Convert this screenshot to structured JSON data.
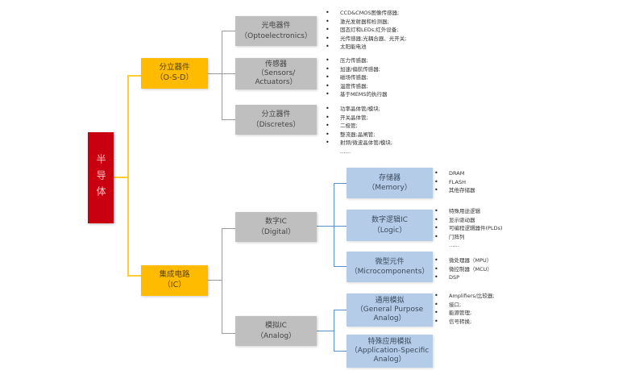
{
  "root": {
    "label": "半导体"
  },
  "level1": [
    {
      "cn": "分立器件",
      "en": "（O-S-D）"
    },
    {
      "cn": "集成电路",
      "en": "（IC）"
    }
  ],
  "osd_children": [
    {
      "cn": "光电器件",
      "en": "（Optoelectronics）",
      "items": [
        "CCD&CMOS图像传感器;",
        "激光发射器和检测器;",
        "固态灯和LEDs;红外设备;",
        "光传感器;光耦合器、光开关;",
        "太阳能电池"
      ],
      "more": ""
    },
    {
      "cn": "传感器",
      "en": "（Sensors/",
      "en2": "Actuators）",
      "items": [
        "压力传感器;",
        "加速/偏航传感器;",
        "磁场传感器;",
        "温度传感器;",
        "基于MEMS的执行器"
      ],
      "more": ""
    },
    {
      "cn": "分立器件",
      "en": "（Discretes）",
      "items": [
        "功率晶体管/模块;",
        "开关晶体管;",
        "二极管;",
        "整流器;晶闸管;",
        "射频/微波晶体管/模块;"
      ],
      "more": "……"
    }
  ],
  "ic_children": [
    {
      "cn": "数字IC",
      "en": "（Digital）"
    },
    {
      "cn": "模拟IC",
      "en": "（Analog）"
    }
  ],
  "digital_children": [
    {
      "cn": "存储器",
      "en": "（Memory）",
      "items": [
        "DRAM",
        "FLASH",
        "其他存储器"
      ],
      "more": ""
    },
    {
      "cn": "数字逻辑IC",
      "en": "（Logic）",
      "items": [
        "特殊用途逻辑",
        "显示驱动器",
        "可编程逻辑器件(PLDs)",
        "门阵列"
      ],
      "more": "……"
    },
    {
      "cn": "微型元件",
      "en": "（Microcomponents）",
      "items": [
        "微处理器（MPU）",
        "微控制器（MCU）",
        "DSP"
      ],
      "more": ""
    }
  ],
  "analog_children": [
    {
      "cn": "通用模拟",
      "en": "（General Purpose",
      "en2": "Analog）",
      "items": [
        "Amplifiers/比较器;",
        "接口;",
        "能源管理;",
        "信号转换;"
      ],
      "more": ""
    },
    {
      "cn": "特殊应用模拟",
      "en": "（Application-Specific",
      "en2": "Analog）",
      "items": [],
      "more": ""
    }
  ],
  "colors": {
    "root": "#c8000f",
    "level1": "#ffbb00",
    "level2": "#bfbfbf",
    "level3": "#b4cce8",
    "connector_yellow": "#ffcc33",
    "connector_gray": "#9a9a9a",
    "connector_blue": "#5b8fcb"
  }
}
